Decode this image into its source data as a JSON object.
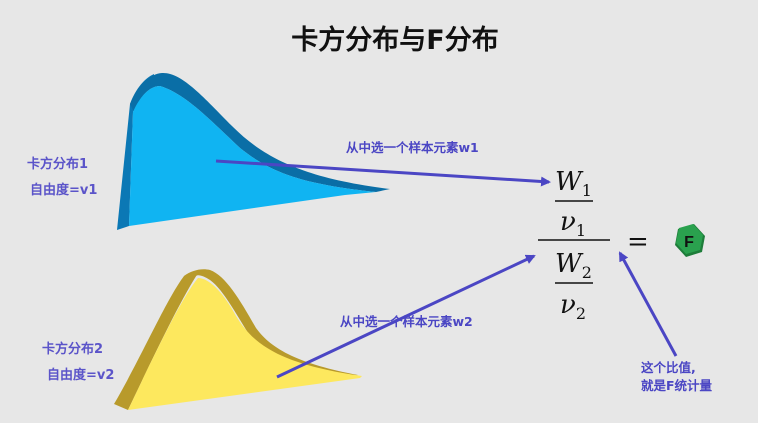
{
  "title": "卡方分布与F分布",
  "dist1": {
    "name": "卡方分布1",
    "df": "自由度=v1",
    "color": "#10b4f2",
    "side_color": "#0b78b5"
  },
  "dist2": {
    "name": "卡方分布2",
    "df": "自由度=v2",
    "color": "#fde85e",
    "side_color": "#b89a2b"
  },
  "arrow1_label": "从中选一个样本元素w1",
  "arrow2_label": "从中选一个样本元素w2",
  "formula": {
    "W": "W",
    "nu": "ν",
    "sub1": "1",
    "sub2": "2",
    "equals": "="
  },
  "badge": {
    "letter": "F",
    "color": "#2aa14e"
  },
  "note": {
    "line1": "这个比值,",
    "line2": "就是F统计量"
  },
  "arrow_color": "#4b46c4"
}
